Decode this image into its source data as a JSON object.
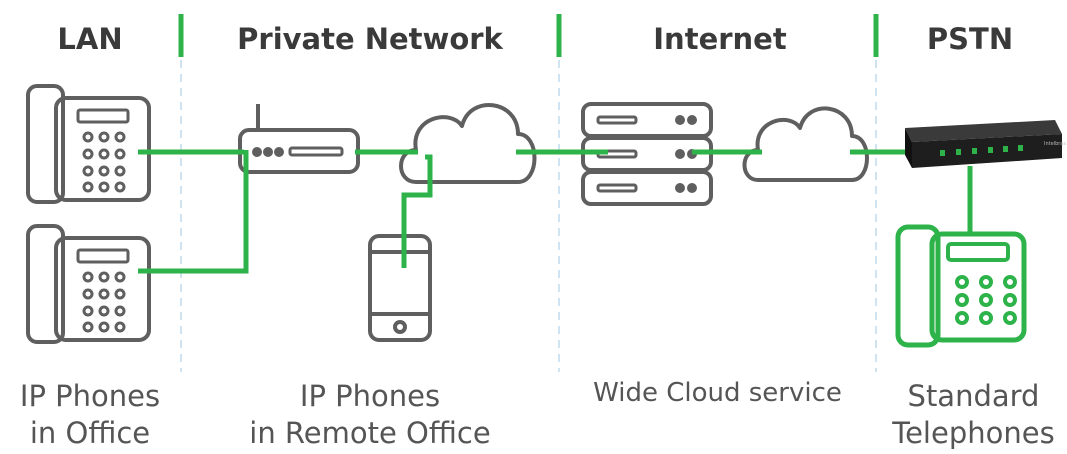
{
  "zones": [
    {
      "title": "LAN",
      "caption": [
        "IP Phones",
        "in Office"
      ]
    },
    {
      "title": "Private Network",
      "caption": [
        "IP Phones",
        "in Remote Office"
      ]
    },
    {
      "title": "Internet",
      "caption": [
        "Wide Cloud service"
      ]
    },
    {
      "title": "PSTN",
      "caption": [
        "Standard",
        "Telephones"
      ]
    }
  ],
  "device_label": "Intelbras",
  "colors": {
    "link": "#2db34a",
    "device": "#5f5f5f",
    "divider_solid": "#2db34a",
    "divider_dashed": "#cfe3f0",
    "title": "#3a3a3a",
    "caption": "#555555",
    "gateway_body": "#1e1e1e",
    "gateway_leds": "#2db34a"
  }
}
